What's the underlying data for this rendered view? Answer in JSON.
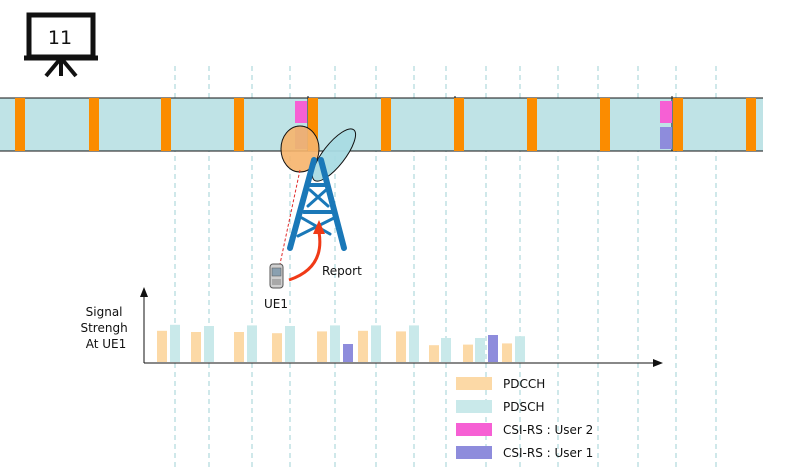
{
  "slide": {
    "number": "11",
    "icon": "projector-screen-icon"
  },
  "frame": {
    "pdsch_color": "#bfe3e6",
    "pdcch_color": "#fb8c00",
    "boundary_x": [
      308,
      455,
      672
    ],
    "pdcch_x": [
      20,
      94,
      166,
      239,
      313,
      386,
      459,
      532,
      605,
      678,
      751
    ],
    "csi_user2_x": [
      301,
      666
    ],
    "csi_user1_x": [
      301,
      666
    ]
  },
  "tower": {
    "color": "#1a78b8",
    "beam1": "#f6b46b",
    "beam2": "#a9dbe3"
  },
  "ue": {
    "label": "UE1",
    "icon": "mobile-phone-icon"
  },
  "report": {
    "label": "Report",
    "arrow_color": "#f03a17"
  },
  "axis": {
    "ylabel_lines": [
      "Signal",
      "Strengh",
      "At UE1"
    ]
  },
  "chart_data": {
    "type": "bar",
    "ylabel": "Signal Strengh At UE1",
    "bars": [
      {
        "series": "PDCCH",
        "x": 162,
        "value": 0.52
      },
      {
        "series": "PDSCH",
        "x": 175,
        "value": 0.62
      },
      {
        "series": "PDCCH",
        "x": 196,
        "value": 0.5
      },
      {
        "series": "PDSCH",
        "x": 209,
        "value": 0.6
      },
      {
        "series": "PDCCH",
        "x": 239,
        "value": 0.5
      },
      {
        "series": "PDSCH",
        "x": 252,
        "value": 0.61
      },
      {
        "series": "PDCCH",
        "x": 277,
        "value": 0.48
      },
      {
        "series": "PDSCH",
        "x": 290,
        "value": 0.6
      },
      {
        "series": "PDCCH",
        "x": 322,
        "value": 0.51
      },
      {
        "series": "PDSCH",
        "x": 335,
        "value": 0.61
      },
      {
        "series": "CSI-RS : User 1",
        "x": 348,
        "value": 0.3
      },
      {
        "series": "PDCCH",
        "x": 363,
        "value": 0.52
      },
      {
        "series": "PDSCH",
        "x": 376,
        "value": 0.61
      },
      {
        "series": "PDCCH",
        "x": 401,
        "value": 0.51
      },
      {
        "series": "PDSCH",
        "x": 414,
        "value": 0.61
      },
      {
        "series": "PDCCH",
        "x": 434,
        "value": 0.28
      },
      {
        "series": "PDSCH",
        "x": 446,
        "value": 0.4
      },
      {
        "series": "PDCCH",
        "x": 468,
        "value": 0.29
      },
      {
        "series": "PDSCH",
        "x": 480,
        "value": 0.4
      },
      {
        "series": "CSI-RS : User 1",
        "x": 493,
        "value": 0.45
      },
      {
        "series": "PDCCH",
        "x": 507,
        "value": 0.31
      },
      {
        "series": "PDSCH",
        "x": 520,
        "value": 0.43
      }
    ],
    "legend": [
      {
        "name": "PDCCH",
        "color": "#fcd9a6"
      },
      {
        "name": "PDSCH",
        "color": "#c9e9ea"
      },
      {
        "name": "CSI-RS : User 2",
        "color": "#f660d4"
      },
      {
        "name": "CSI-RS : User 1",
        "color": "#8e8cdc"
      }
    ]
  },
  "gridlines_x": [
    175,
    209,
    252,
    290,
    335,
    376,
    414,
    446,
    486,
    520,
    558,
    598,
    638,
    676,
    716
  ]
}
